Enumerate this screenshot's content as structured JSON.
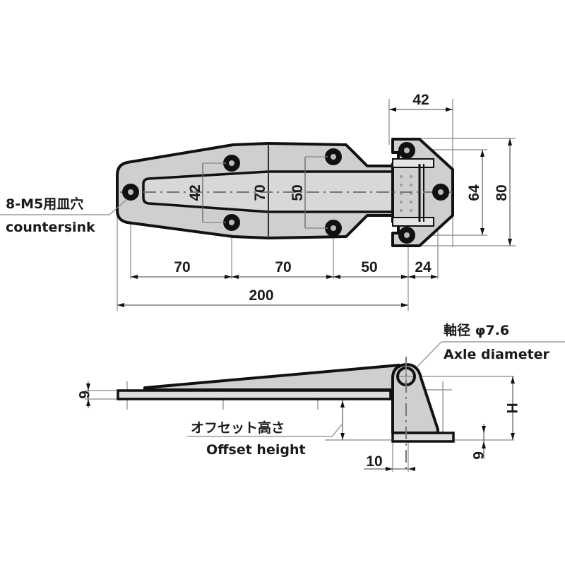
{
  "drawing": {
    "title": "Hinge dimension drawing",
    "colors": {
      "part_fill": "#cfcfcf",
      "outline": "#111111",
      "dimension_line": "#666666",
      "background": "#ffffff"
    },
    "top_view": {
      "dimensions": {
        "hinge_width": "42",
        "inner_hole_spacing_1": "42",
        "leaf_width_mid": "70",
        "inner_hole_spacing_2": "50",
        "knuckle_hole_spacing": "64",
        "overall_height": "80",
        "spacing_a": "70",
        "spacing_b": "70",
        "spacing_c": "50",
        "spacing_d": "24",
        "overall_length": "200"
      },
      "callout": {
        "japanese": "8-M5用皿穴",
        "english": "countersink"
      }
    },
    "side_view": {
      "dimensions": {
        "leaf_thickness": "6",
        "base_thickness": "6",
        "knuckle_offset": "10",
        "height": "H"
      },
      "axle_callout": {
        "japanese": "軸径 φ7.6",
        "english": "Axle diameter"
      },
      "offset_callout": {
        "japanese": "オフセット高さ",
        "english": "Offset height"
      }
    }
  }
}
